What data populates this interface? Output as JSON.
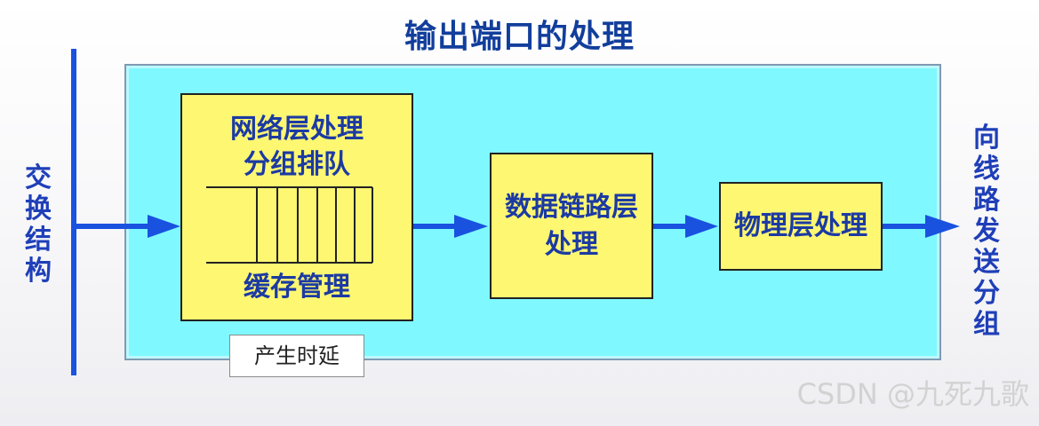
{
  "title": "输出端口的处理",
  "left_label": "交\n换\n结\n构",
  "right_label": "向\n线\n路\n发\n送\n分\n组",
  "network_box": {
    "title": "网络层处理\n分组排队",
    "footer": "缓存管理"
  },
  "datalink_box": "数据链路层\n处理",
  "physical_box": "物理层处理",
  "delay_label": "产生时延",
  "watermark": "CSDN @九死九歌",
  "colors": {
    "title": "#123e9c",
    "arrow": "#1a52e0",
    "background_area": "#7ff9ff",
    "box": "#fdf772",
    "box_text": "#1c3aa3"
  }
}
